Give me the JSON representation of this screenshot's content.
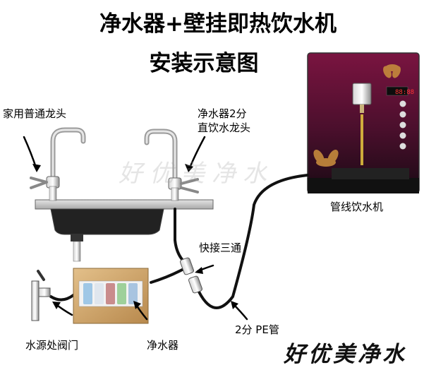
{
  "title": {
    "line1": "净水器+壁挂即热饮水机",
    "line2": "安装示意图"
  },
  "labels": {
    "household_faucet": "家用普通龙头",
    "purifier_faucet_line1": "净水器2分",
    "purifier_faucet_line2": "直饮水龙头",
    "dispenser": "管线饮水机",
    "tee": "快接三通",
    "source_valve": "水源处阀门",
    "purifier": "净水器",
    "pe_pipe": "2分 PE管"
  },
  "display_readout": "88:88",
  "watermark": "好优美净水",
  "brand": "好优美净水",
  "colors": {
    "dispenser_top": "#7a1440",
    "dispenser_bottom": "#1a0a14",
    "purifier_case": "#c9a36a",
    "pipe": "#111111",
    "sink": "#bdbdbd"
  }
}
